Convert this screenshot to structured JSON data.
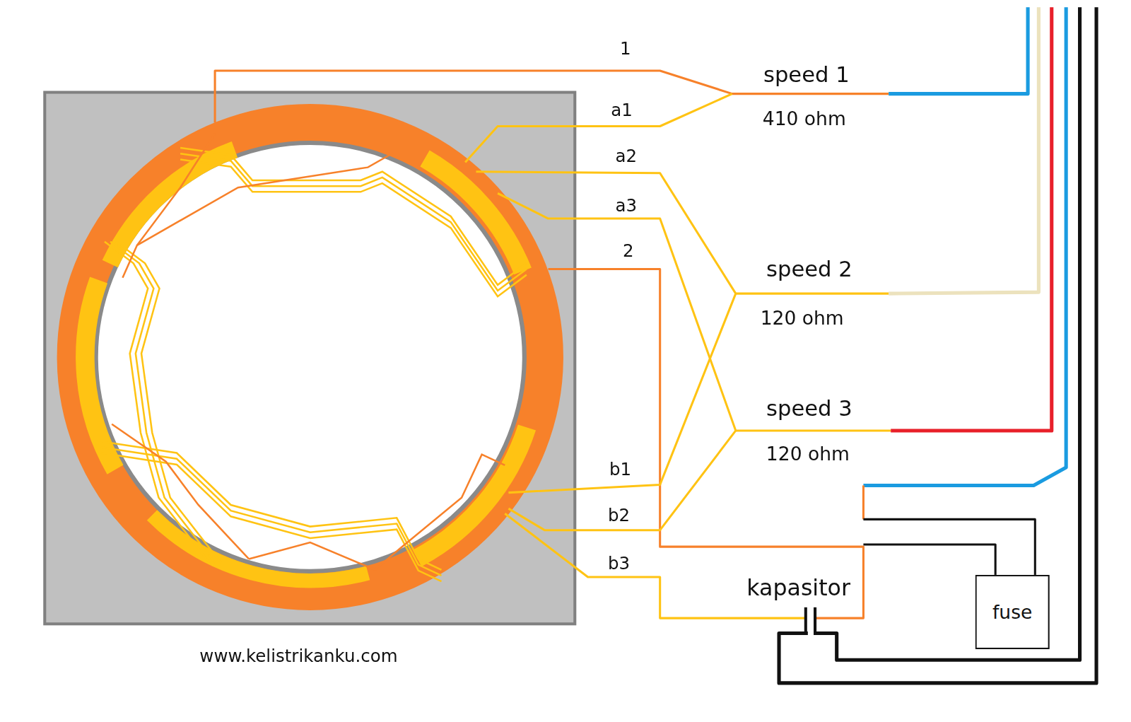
{
  "diagram": {
    "nodes": [
      {
        "text": [
          "fuse"
        ]
      }
    ],
    "labels": [
      "1",
      "a1",
      "a2",
      "a3",
      "2",
      "speed 1",
      "410 ohm",
      "speed 2",
      "120 ohm",
      "speed 3",
      "120 ohm",
      "b1",
      "b2",
      "b3",
      "kapasitor",
      "www.kelistrikanku.com"
    ]
  }
}
